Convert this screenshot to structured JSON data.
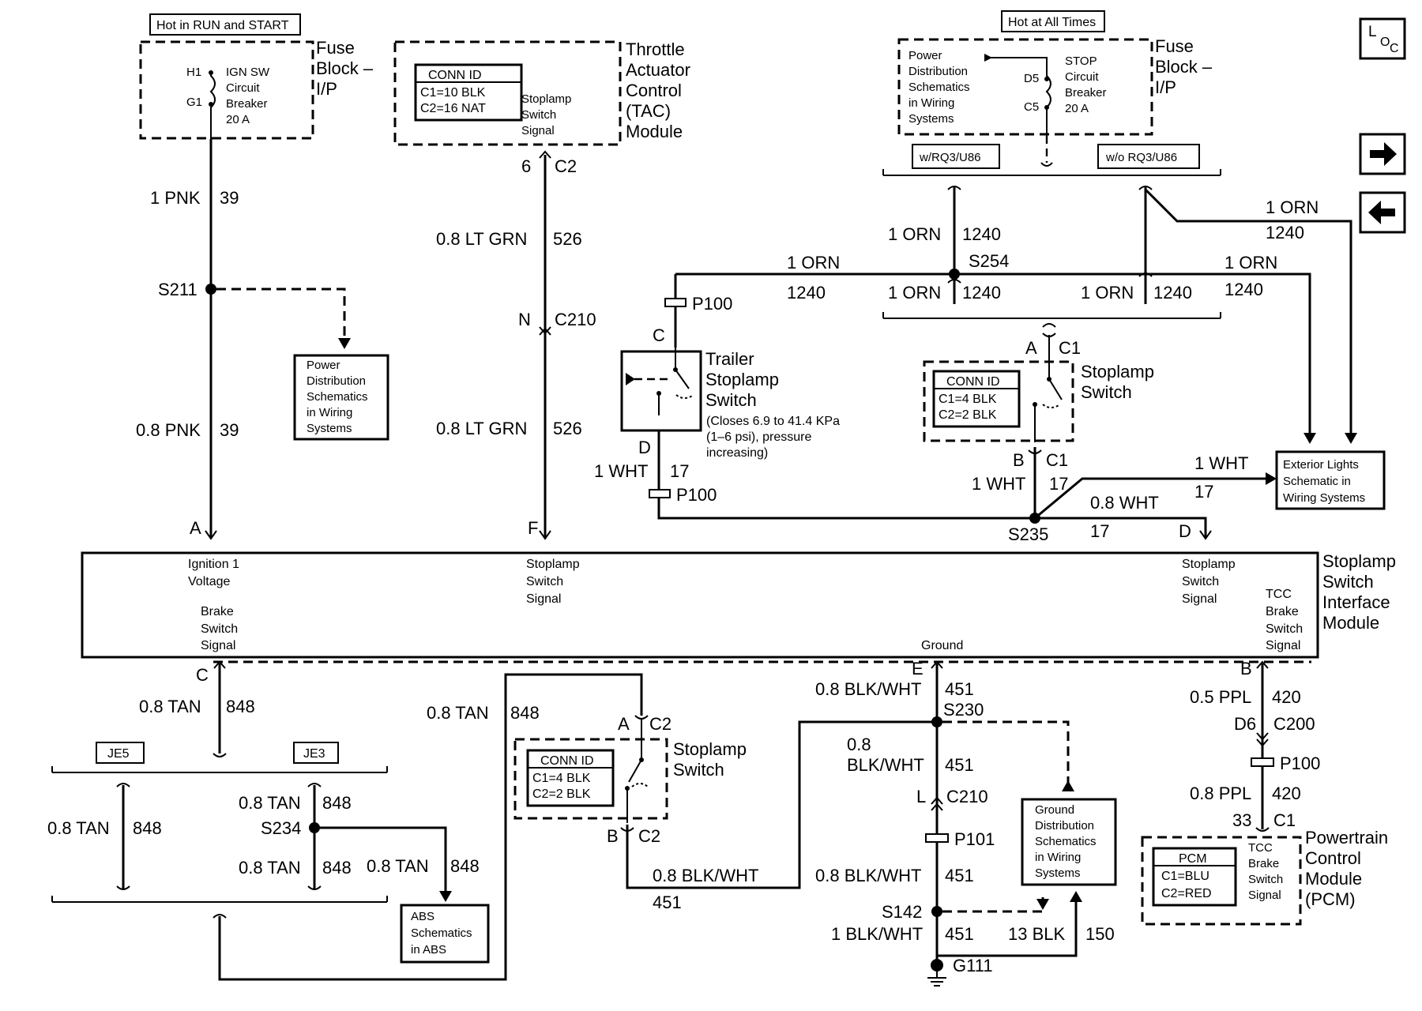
{
  "nav": {
    "loc_label": "LOC",
    "next_icon": "arrow-right-icon",
    "prev_icon": "arrow-left-icon"
  },
  "power": {
    "hot_run_start": "Hot in RUN and START",
    "hot_all_times": "Hot at All Times"
  },
  "fuse_ip": {
    "title": [
      "Fuse",
      "Block –",
      "I/P"
    ],
    "pin_h1": "H1",
    "pin_g1": "G1",
    "breaker": [
      "IGN SW",
      "Circuit",
      "Breaker",
      "20 A"
    ]
  },
  "fuse_stop": {
    "title": [
      "Fuse",
      "Block –",
      "I/P"
    ],
    "pin_d5": "D5",
    "pin_c5": "C5",
    "pd_ref": [
      "Power",
      "Distribution",
      "Schematics",
      "in Wiring",
      "Systems"
    ],
    "breaker": [
      "STOP",
      "Circuit",
      "Breaker",
      "20 A"
    ],
    "opt_with": "w/RQ3/U86",
    "opt_without": "w/o RQ3/U86"
  },
  "tac": {
    "title": [
      "Throttle",
      "Actuator",
      "Control",
      "(TAC)",
      "Module"
    ],
    "conn_title": "CONN ID",
    "conn_c1": "C1=10 BLK",
    "conn_c2": "C2=16 NAT",
    "signal": [
      "Stoplamp",
      "Switch",
      "Signal"
    ],
    "pin": "6",
    "conn": "C2"
  },
  "wires": {
    "pnk_1": "1 PNK",
    "pnk_1_num": "39",
    "pnk_08": "0.8 PNK",
    "pnk_08_num": "39",
    "s211": "S211",
    "pd_box": [
      "Power",
      "Distribution",
      "Schematics",
      "in Wiring",
      "Systems"
    ],
    "ltgrn_a": "0.8 LT GRN",
    "ltgrn_a_num": "526",
    "ltgrn_b": "0.8 LT GRN",
    "ltgrn_b_num": "526",
    "c210_pin": "N",
    "c210": "C210",
    "orn_a": "1 ORN",
    "orn_a_num": "1240",
    "orn_b": "1 ORN",
    "orn_b_num": "1240",
    "s254": "S254",
    "orn_c": "1 ORN",
    "orn_c_num": "1240",
    "orn_d": "1 ORN",
    "orn_d_num": "1240",
    "orn_e": "1 ORN",
    "orn_e_num": "1240",
    "orn_f": "1 ORN",
    "orn_f_num": "1240",
    "p100_a": "P100",
    "p100_b": "P100",
    "wht_a": "1 WHT",
    "wht_a_num": "17",
    "wht_b": "1 WHT",
    "wht_b_num": "17",
    "wht_c": "1 WHT",
    "wht_c_num": "17",
    "wht_d": "0.8 WHT",
    "wht_d_num": "17",
    "s235": "S235"
  },
  "trailer_switch": {
    "title": [
      "Trailer",
      "Stoplamp",
      "Switch"
    ],
    "note": [
      "(Closes 6.9 to 41.4 KPa",
      "(1–6 psi), pressure",
      "increasing)"
    ],
    "pin_c": "C",
    "pin_d": "D"
  },
  "stop_switch_top": {
    "title": [
      "Stoplamp",
      "Switch"
    ],
    "conn_title": "CONN ID",
    "conn_c1": "C1=4 BLK",
    "conn_c2": "C2=2 BLK",
    "pin_a": "A",
    "conn_a": "C1",
    "pin_b": "B",
    "conn_b": "C1"
  },
  "ext_lights": [
    "Exterior Lights",
    "Schematic in",
    "Wiring Systems"
  ],
  "module": {
    "title": [
      "Stoplamp",
      "Switch",
      "Interface",
      "Module"
    ],
    "pin_a": "A",
    "pin_f": "F",
    "pin_d": "D",
    "lbl_a": [
      "Ignition 1",
      "Voltage"
    ],
    "lbl_c": [
      "Brake",
      "Switch",
      "Signal"
    ],
    "lbl_f": [
      "Stoplamp",
      "Switch",
      "Signal"
    ],
    "lbl_d": [
      "Stoplamp",
      "Switch",
      "Signal"
    ],
    "lbl_b": [
      "TCC",
      "Brake",
      "Switch",
      "Signal"
    ],
    "lbl_e": "Ground"
  },
  "bottom_left": {
    "pin_c": "C",
    "tan_a": "0.8 TAN",
    "tan_a_num": "848",
    "je5": "JE5",
    "je3": "JE3",
    "tan_b": "0.8 TAN",
    "tan_b_num": "848",
    "tan_c": "0.8 TAN",
    "tan_c_num": "848",
    "s234": "S234",
    "tan_d": "0.8 TAN",
    "tan_d_num": "848",
    "tan_e": "0.8 TAN",
    "tan_e_num": "848",
    "abs": [
      "ABS",
      "Schematics",
      "in ABS"
    ],
    "tan_f": "0.8 TAN",
    "tan_f_num": "848"
  },
  "stop_switch_bottom": {
    "title": [
      "Stoplamp",
      "Switch"
    ],
    "conn_title": "CONN ID",
    "conn_c1": "C1=4 BLK",
    "conn_c2": "C2=2 BLK",
    "pin_a": "A",
    "conn_a": "C2",
    "pin_b": "B",
    "conn_b": "C2",
    "blkwht": "0.8 BLK/WHT",
    "blkwht_num": "451"
  },
  "ground": {
    "pin_e": "E",
    "bw_a": "0.8 BLK/WHT",
    "bw_a_num": "451",
    "s230": "S230",
    "bw_b": [
      "0.8",
      "BLK/WHT"
    ],
    "bw_b_num": "451",
    "c210_pin": "L",
    "c210": "C210",
    "p101": "P101",
    "bw_c": "0.8 BLK/WHT",
    "bw_c_num": "451",
    "s142": "S142",
    "bw_d": "1 BLK/WHT",
    "bw_d_num": "451",
    "blk": "13 BLK",
    "blk_num": "150",
    "g111": "G111",
    "gd_box": [
      "Ground",
      "Distribution",
      "Schematics",
      "in Wiring",
      "Systems"
    ]
  },
  "pcm": {
    "pin_b": "B",
    "ppl_a": "0.5 PPL",
    "ppl_a_num": "420",
    "c200_pin": "D6",
    "c200": "C200",
    "p100": "P100",
    "ppl_b": "0.8 PPL",
    "ppl_b_num": "420",
    "pin_33": "33",
    "conn_c1": "C1",
    "title": [
      "Powertrain",
      "Control",
      "Module",
      "(PCM)"
    ],
    "id_title": "PCM",
    "id_c1": "C1=BLU",
    "id_c2": "C2=RED",
    "signal": [
      "TCC",
      "Brake",
      "Switch",
      "Signal"
    ]
  }
}
